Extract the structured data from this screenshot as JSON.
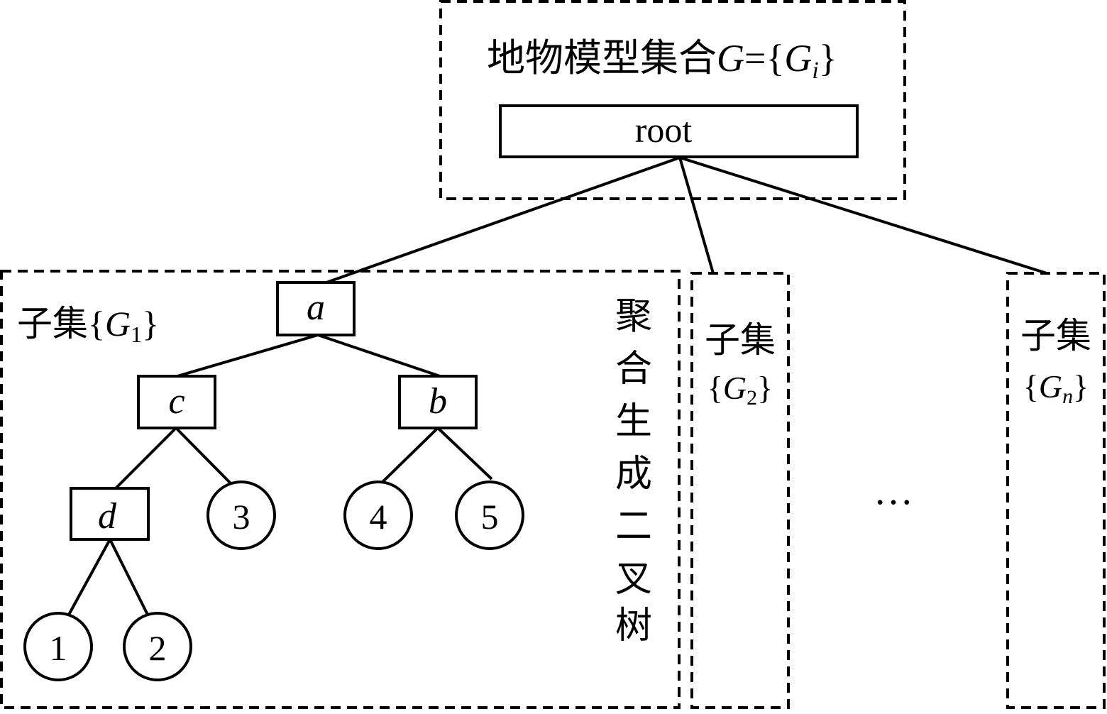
{
  "title": {
    "prefix": "地物模型集合",
    "var": "G",
    "eq": "=",
    "brace_open": "{",
    "set_var": "G",
    "set_sub": "i",
    "brace_close": "}"
  },
  "root_label": "root",
  "subsets": [
    {
      "label": "子集",
      "brace_open": "{",
      "var": "G",
      "sub": "1",
      "brace_close": "}"
    },
    {
      "label": "子集",
      "brace_open": "{",
      "var": "G",
      "sub": "2",
      "brace_close": "}"
    },
    {
      "label": "子集",
      "brace_open": "{",
      "var": "G",
      "sub": "n",
      "brace_close": "}"
    }
  ],
  "vertical_label": [
    "聚",
    "合",
    "生",
    "成",
    "二",
    "叉",
    "树"
  ],
  "tree": {
    "internal": [
      "a",
      "c",
      "b",
      "d"
    ],
    "leaves": [
      "1",
      "2",
      "3",
      "4",
      "5"
    ]
  },
  "ellipsis": "…"
}
